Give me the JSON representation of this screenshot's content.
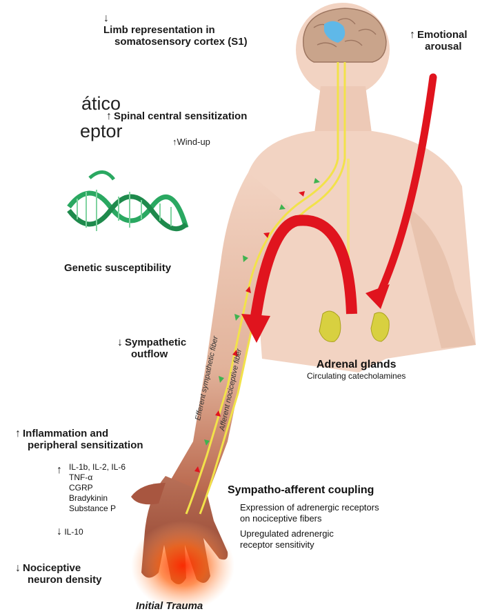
{
  "slide_fragments": {
    "line1": "ático",
    "line2": "eptor"
  },
  "labels": {
    "limb": {
      "arrow": "↓",
      "line1": "Limb representation in",
      "line2": "somatosensory cortex (S1)"
    },
    "emotional": {
      "arrow": "↑",
      "line1": "Emotional",
      "line2": "arousal"
    },
    "spinal": {
      "arrow": "↑",
      "text": "Spinal central sensitization"
    },
    "windup": {
      "arrow": "↑",
      "text": "Wind-up"
    },
    "genetic": {
      "text": "Genetic susceptibility"
    },
    "sympathetic": {
      "arrow": "↓",
      "line1": "Sympathetic",
      "line2": "outflow"
    },
    "adrenal": {
      "title": "Adrenal glands",
      "sub": "Circulating catecholamines"
    },
    "inflammation": {
      "arrow": "↑",
      "line1": "Inflammation and",
      "line2": "peripheral sensitization"
    },
    "mediators_up": {
      "arrow": "↑",
      "items": [
        "IL-1b, IL-2, IL-6",
        "TNF-α",
        "CGRP",
        "Bradykinin",
        "Substance P"
      ]
    },
    "mediators_down": {
      "arrow": "↓",
      "text": "IL-10"
    },
    "coupling": {
      "title": "Sympatho-afferent coupling",
      "line1": "Expression of adrenergic receptors",
      "line2": "on nociceptive fibers",
      "line3": "Upregulated adrenergic",
      "line4": "receptor sensitivity"
    },
    "nociceptive": {
      "arrow": "↓",
      "line1": "Nociceptive",
      "line2": "neuron density"
    },
    "trauma": {
      "text": "Initial Trauma"
    },
    "efferent_fiber": "Efferent sympathetic fiber",
    "afferent_fiber": "Afferent nociceptive fiber"
  },
  "colors": {
    "skin": "#f2d3c2",
    "skin_shadow": "#e4b9a3",
    "nerve": "#f2e24a",
    "red_arrow": "#e0141e",
    "trauma_glow": "#ff4a1a",
    "brain": "#c9a48b",
    "s1_area": "#5fb8e8",
    "dna": "#2aa861",
    "adrenal": "#d8d040"
  }
}
